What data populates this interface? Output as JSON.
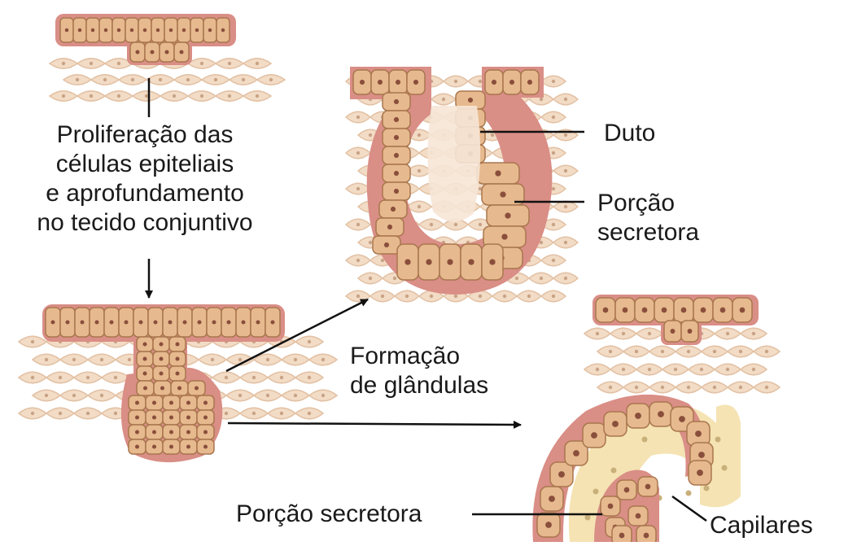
{
  "colors": {
    "cell_fill": "#e7b98e",
    "cell_border": "#a9774e",
    "nucleus": "#8a4f3c",
    "basement_membrane": "#d98e86",
    "connective_cell": "#f3dcc6",
    "connective_border": "#e2c1a4",
    "capillary_region": "#f5e3b3",
    "capillary_dot": "#c9b07a",
    "arrow": "#111111"
  },
  "labels": {
    "proliferation": [
      "Proliferação das",
      "células epiteliais",
      "e aprofundamento",
      "no tecido conjuntivo"
    ],
    "duct": "Duto",
    "secretory_top": [
      "Porção",
      "secretora"
    ],
    "gland_formation": [
      "Formação",
      "de glândulas"
    ],
    "secretory_bottom": "Porção secretora",
    "capillaries": "Capilares"
  }
}
